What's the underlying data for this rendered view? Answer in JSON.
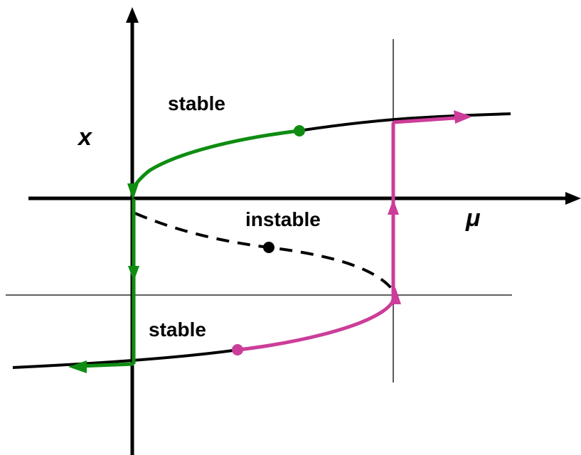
{
  "labels": {
    "x_axis_symbol": "x",
    "mu_axis_symbol": "μ",
    "stable_upper": "stable",
    "instable": "instable",
    "stable_lower": "stable"
  },
  "colors": {
    "axis": "#000000",
    "curve": "#000000",
    "decreasing_path": "#0f8c12",
    "increasing_path": "#cc3d99",
    "background": "#ffffff"
  },
  "branches": {
    "upper": "stable",
    "middle": "instable",
    "lower": "stable"
  }
}
